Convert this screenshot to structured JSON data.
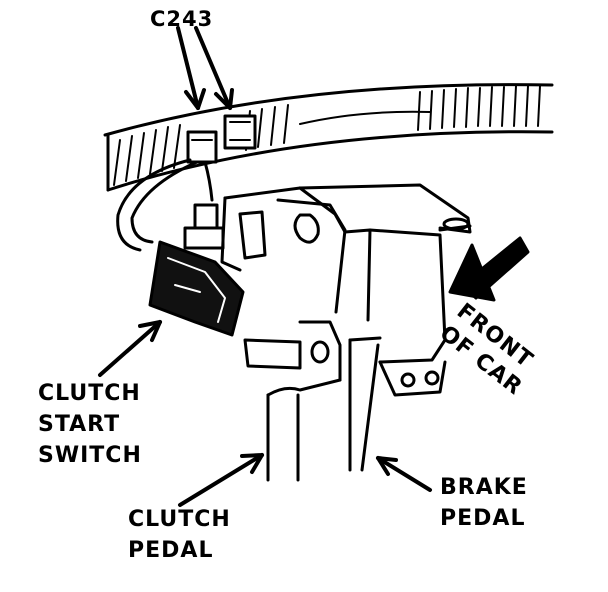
{
  "labels": {
    "connector": "C243",
    "clutch_start_switch": [
      "CLUTCH",
      "START",
      "SWITCH"
    ],
    "clutch_pedal": [
      "CLUTCH",
      "PEDAL"
    ],
    "brake_pedal": [
      "BRAKE",
      "PEDAL"
    ],
    "front_of_car": [
      "FRONT",
      "OF CAR"
    ]
  },
  "colors": {
    "ink": "#000000",
    "paper": "#ffffff"
  },
  "icons": [
    "arrow-icon",
    "front-direction-arrow-icon"
  ]
}
